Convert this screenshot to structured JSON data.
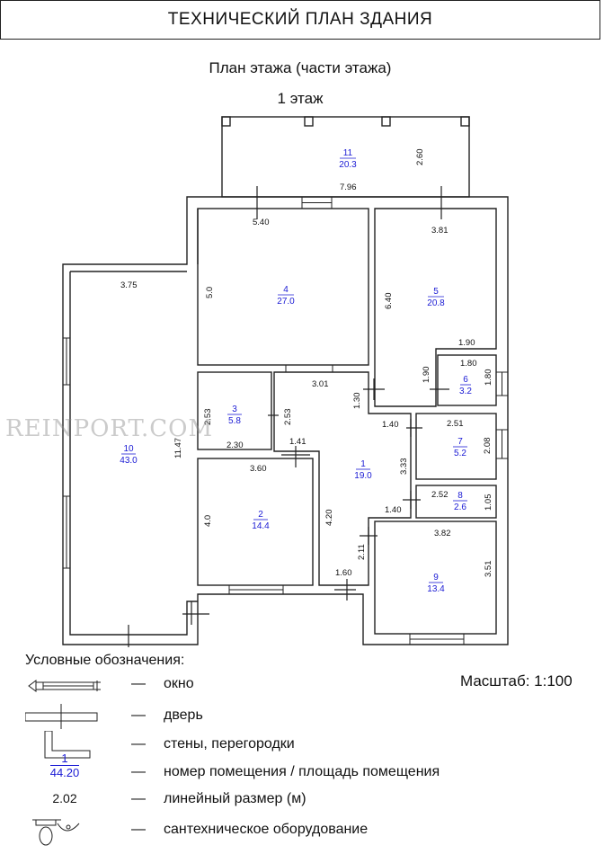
{
  "document": {
    "title": "ТЕХНИЧЕСКИЙ ПЛАН ЗДАНИЯ",
    "subtitle": "План этажа (части этажа)",
    "floor": "1 этаж"
  },
  "watermark": "REINPORT.COM",
  "rooms": [
    {
      "id": "1",
      "area": "19.0"
    },
    {
      "id": "2",
      "area": "14.4"
    },
    {
      "id": "3",
      "area": "5.8"
    },
    {
      "id": "4",
      "area": "27.0"
    },
    {
      "id": "5",
      "area": "20.8"
    },
    {
      "id": "6",
      "area": "3.2"
    },
    {
      "id": "7",
      "area": "5.2"
    },
    {
      "id": "8",
      "area": "2.6"
    },
    {
      "id": "9",
      "area": "13.4"
    },
    {
      "id": "10",
      "area": "43.0"
    },
    {
      "id": "11",
      "area": "20.3"
    }
  ],
  "dimensions": [
    "7.96",
    "2.60",
    "5.40",
    "3.81",
    "3.75",
    "5.0",
    "6.40",
    "11.47",
    "1.90",
    "1.80",
    "1.90",
    "1.80",
    "3.01",
    "1.30",
    "2.53",
    "2.53",
    "2.30",
    "1.41",
    "1.40",
    "2.51",
    "3.33",
    "2.08",
    "3.60",
    "2.52",
    "1.05",
    "1.40",
    "3.82",
    "4.0",
    "4.20",
    "2.11",
    "3.51",
    "1.60"
  ],
  "legend": {
    "title": "Условные обозначения:",
    "scale": "Масштаб: 1:100",
    "dash": "—",
    "items": [
      {
        "label": "окно"
      },
      {
        "label": "дверь"
      },
      {
        "label": "стены, перегородки"
      },
      {
        "label": "номер помещения / площадь помещения",
        "num": "1",
        "area": "44.20"
      },
      {
        "label": "линейный размер (м)",
        "dim": "2.02"
      },
      {
        "label": "сантехническое оборудование"
      }
    ]
  }
}
